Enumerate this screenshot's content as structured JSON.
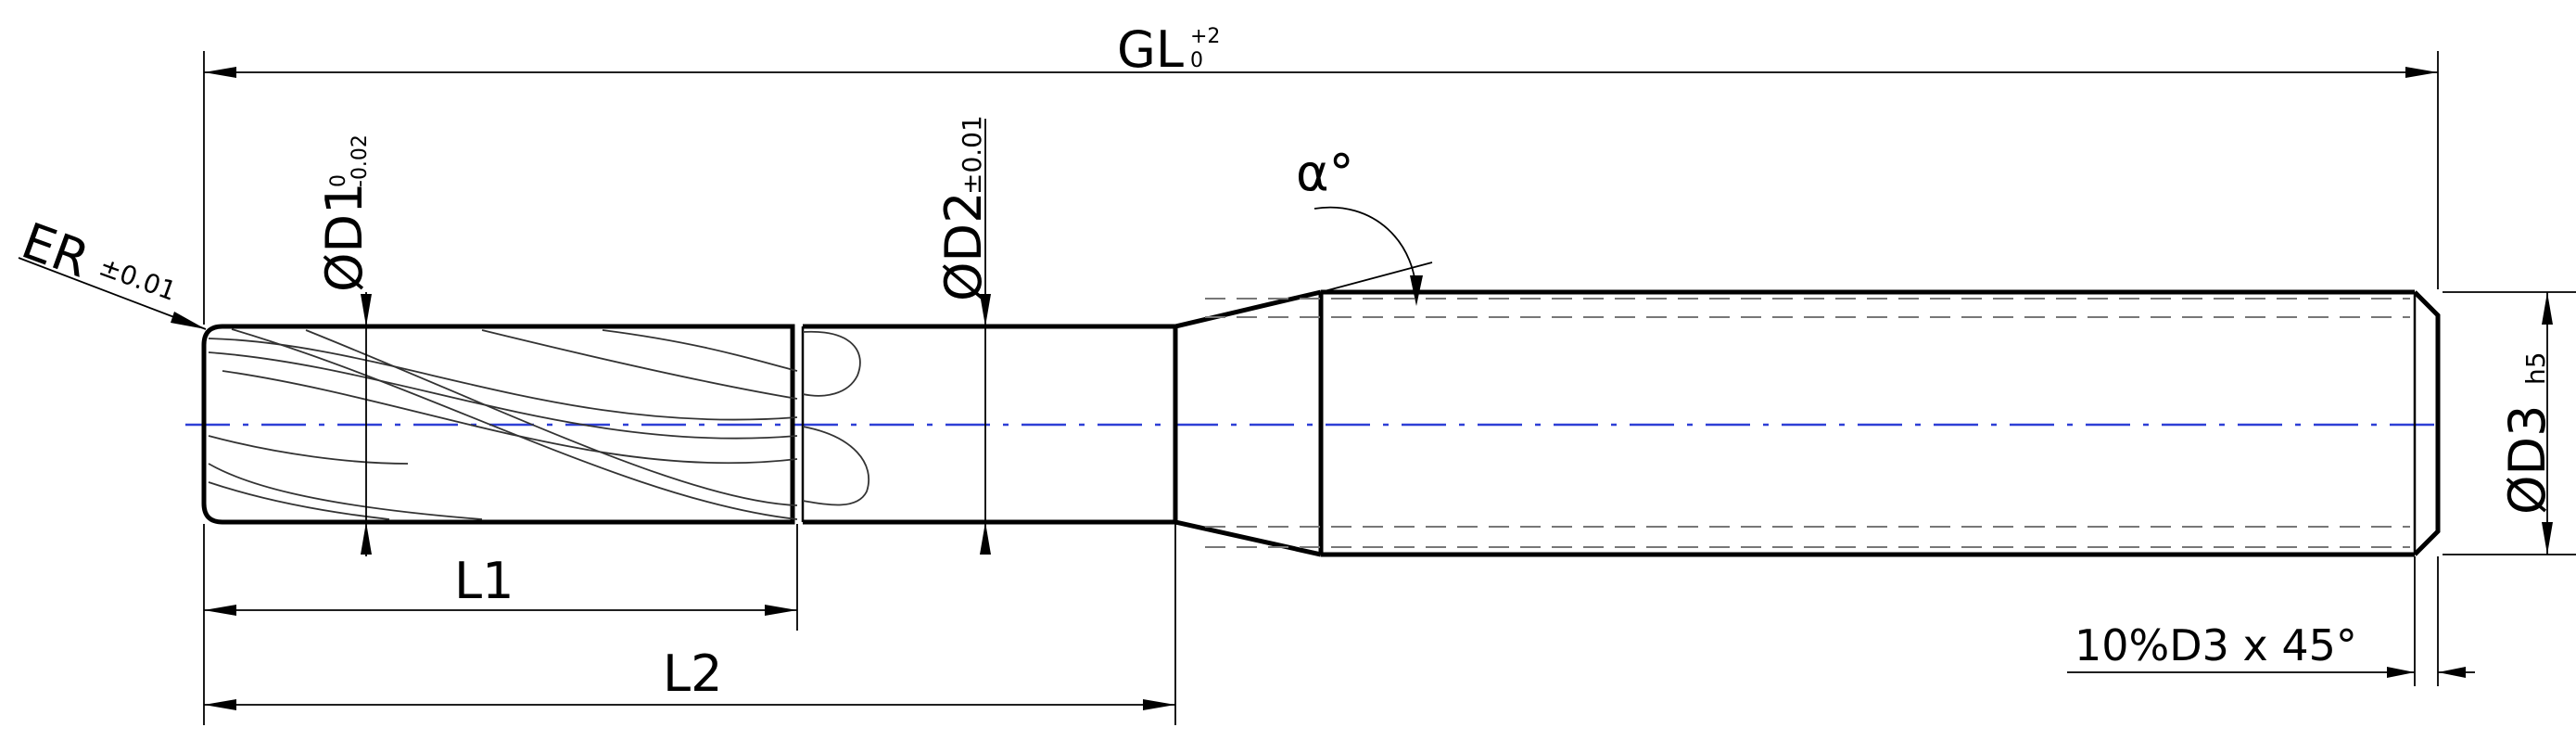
{
  "labels": {
    "gl": "GL",
    "gl_tol_upper": "+2",
    "gl_tol_lower": "0",
    "er": "ER",
    "er_tol": "±0.01",
    "d1": "ØD1",
    "d1_tol_upper": "0",
    "d1_tol_lower": "-0.02",
    "d2": "ØD2",
    "d2_tol": "±0.01",
    "alpha": "α°",
    "d3": "ØD3",
    "d3_tol": "h5",
    "l1": "L1",
    "l2": "L2",
    "chamfer": "10%D3 x 45°"
  },
  "colors": {
    "outline": "#000000",
    "centerline": "#2e3fd6",
    "hidden": "#777777"
  }
}
